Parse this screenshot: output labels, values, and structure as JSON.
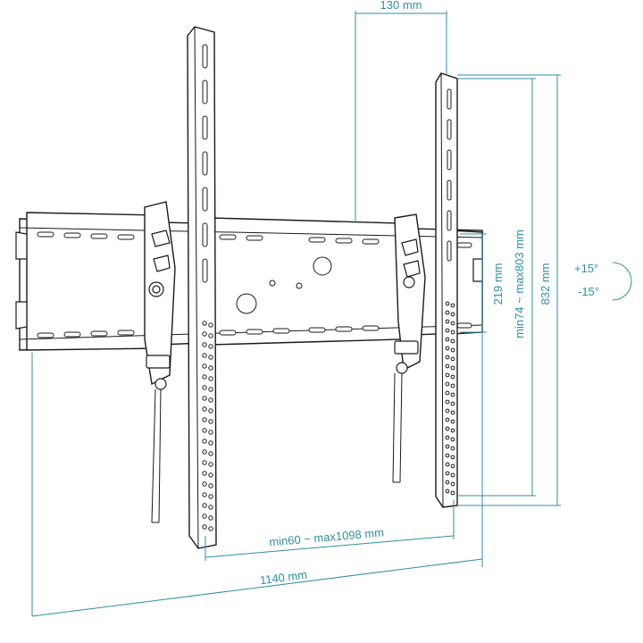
{
  "dimensions": {
    "depth": "130 mm",
    "vesa_vertical_fixed": "219 mm",
    "vesa_vertical_range": "min74 ~ max803 mm",
    "arm_height": "832 mm",
    "tilt_up": "+15°",
    "tilt_down": "-15°",
    "vesa_horizontal_range": "min60 ~ max1098 mm",
    "plate_width": "1140 mm"
  },
  "colors": {
    "dimension": "#2f8fa3",
    "line": "#1a1a1a"
  }
}
